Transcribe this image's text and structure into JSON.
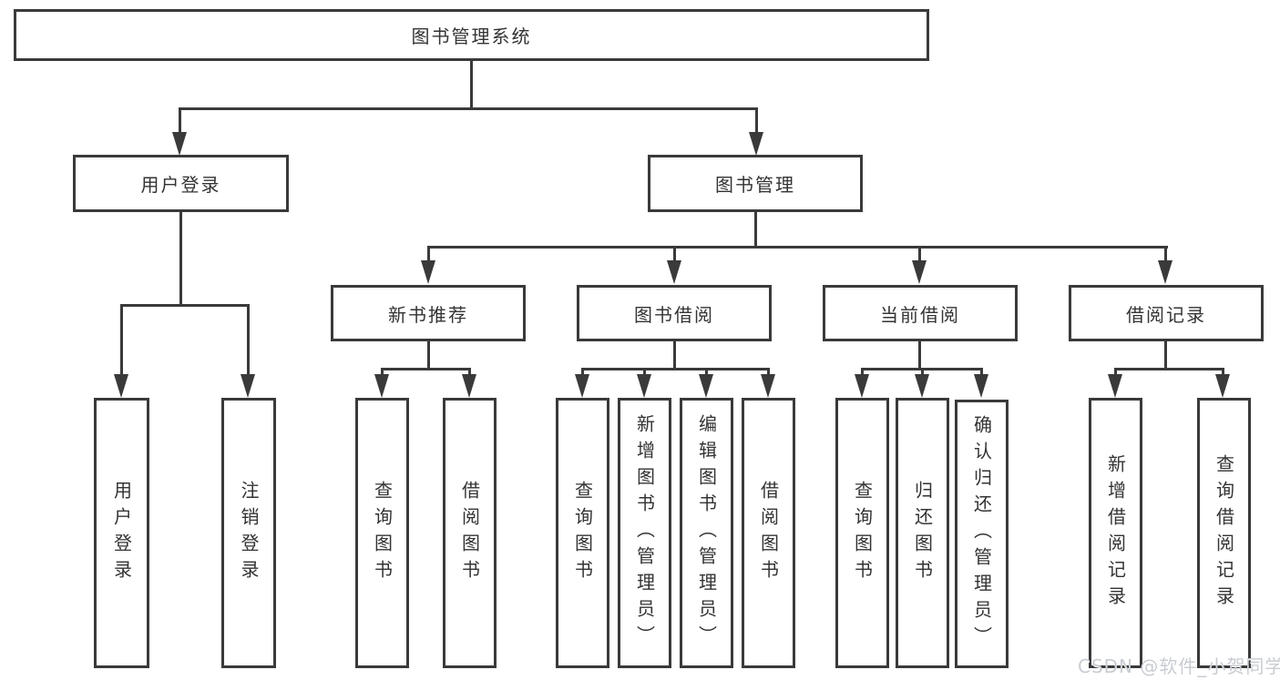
{
  "colors": {
    "line": "#3a3a3a",
    "box_border": "#3a3a3a",
    "box_background": "#ffffff",
    "text": "#333333",
    "watermark": "#c8ccd2"
  },
  "tree": {
    "root": {
      "label": "图书管理系统"
    },
    "user_login": {
      "label": "用户登录",
      "children": [
        {
          "label": "用户登录"
        },
        {
          "label": "注销登录"
        }
      ]
    },
    "book_mgmt": {
      "label": "图书管理",
      "children": [
        {
          "label": "新书推荐",
          "children": [
            {
              "label": "查询图书"
            },
            {
              "label": "借阅图书"
            }
          ]
        },
        {
          "label": "图书借阅",
          "children": [
            {
              "label": "查询图书"
            },
            {
              "label": "新增图书（管理员）"
            },
            {
              "label": "编辑图书（管理员）"
            },
            {
              "label": "借阅图书"
            }
          ]
        },
        {
          "label": "当前借阅",
          "children": [
            {
              "label": "查询图书"
            },
            {
              "label": "归还图书"
            },
            {
              "label": "确认归还（管理员）"
            }
          ]
        },
        {
          "label": "借阅记录",
          "children": [
            {
              "label": "新增借阅记录"
            },
            {
              "label": "查询借阅记录"
            }
          ]
        }
      ]
    }
  },
  "watermark": {
    "text": "CSDN @软件_小贺同学"
  }
}
